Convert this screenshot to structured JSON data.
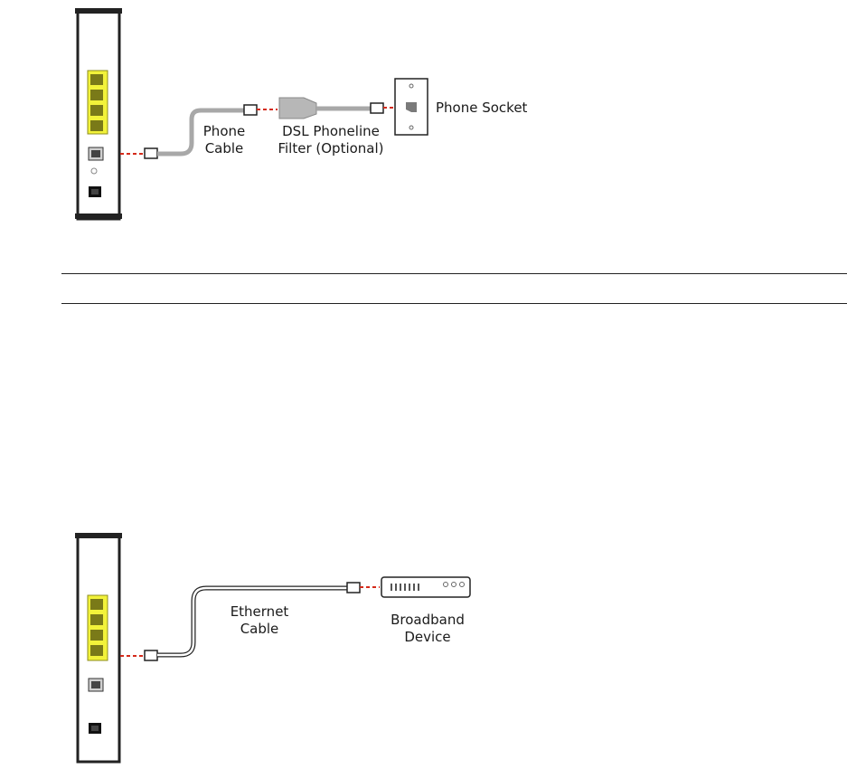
{
  "diagram_top": {
    "labels": {
      "phone_cable_line1": "Phone",
      "phone_cable_line2": "Cable",
      "filter_line1": "DSL Phoneline",
      "filter_line2": "Filter (Optional)",
      "socket": "Phone Socket"
    }
  },
  "diagram_bottom": {
    "labels": {
      "ethernet_line1": "Ethernet",
      "ethernet_line2": "Cable",
      "device_line1": "Broadband",
      "device_line2": "Device"
    }
  },
  "colors": {
    "port_yellow": "#f2f23a",
    "port_outline": "#8c8c1c",
    "dash_red": "#d42a1a",
    "cable_gray": "#a8a8a8",
    "device_body": "#ffffff",
    "device_edge": "#222222"
  }
}
